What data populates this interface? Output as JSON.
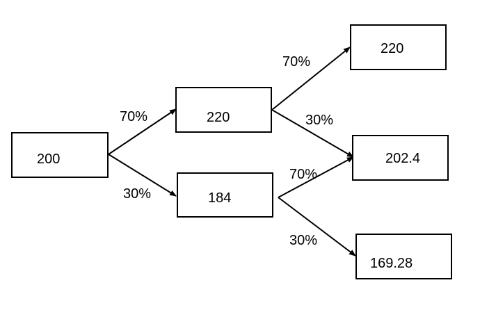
{
  "nodes": {
    "root": "200",
    "up": "220",
    "down": "184",
    "up_up": "220",
    "middle": "202.4",
    "down_down": "169.28"
  },
  "edges": {
    "root_to_up": "70%",
    "root_to_down": "30%",
    "up_to_up_up": "70%",
    "up_to_middle": "30%",
    "down_to_middle": "70%",
    "down_to_down_down": "30%"
  },
  "colors": {
    "stroke": "#000000",
    "background": "#ffffff"
  }
}
